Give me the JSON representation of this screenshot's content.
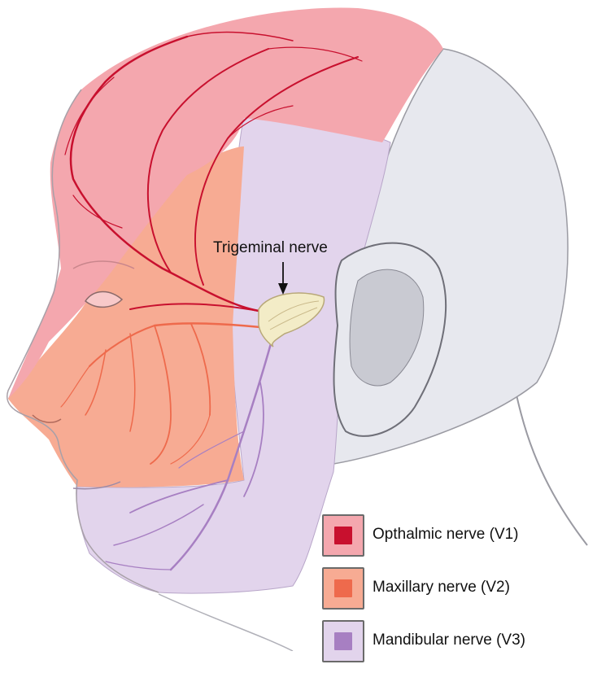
{
  "callout": {
    "label": "Trigeminal nerve"
  },
  "legend": {
    "items": [
      {
        "label": "Opthalmic nerve (V1)",
        "zone_color": "#f4a7ae",
        "nerve_color": "#c8102e"
      },
      {
        "label": "Maxillary nerve (V2)",
        "zone_color": "#f7ab93",
        "nerve_color": "#ee6a4c"
      },
      {
        "label": "Mandibular nerve (V3)",
        "zone_color": "#e2d4ec",
        "nerve_color": "#a77fc2"
      }
    ]
  },
  "colors": {
    "skin_gray": "#e7e8ee",
    "outline": "#8a8a94",
    "ganglion": "#f3ecc7"
  }
}
